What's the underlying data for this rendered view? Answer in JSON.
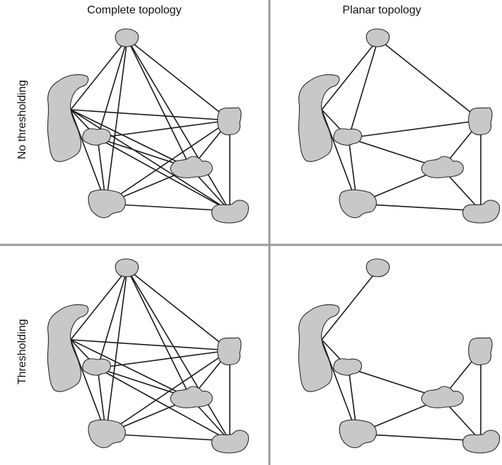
{
  "columns": {
    "left": "Complete topology",
    "right": "Planar topology"
  },
  "rows": {
    "top": "No thresholding",
    "bottom": "Thresholding"
  },
  "colors": {
    "patch_fill": "#c8c8c8",
    "edge": "#1a1a1a",
    "divider": "#9a9a9a"
  },
  "patches": [
    "A",
    "B",
    "C",
    "D",
    "E",
    "F",
    "G"
  ],
  "panels": [
    {
      "id": "complete-no-threshold",
      "edges": [
        [
          "A",
          "B"
        ],
        [
          "A",
          "C"
        ],
        [
          "A",
          "D"
        ],
        [
          "A",
          "E"
        ],
        [
          "A",
          "F"
        ],
        [
          "A",
          "G"
        ],
        [
          "B",
          "C"
        ],
        [
          "B",
          "D"
        ],
        [
          "B",
          "E"
        ],
        [
          "B",
          "F"
        ],
        [
          "B",
          "G"
        ],
        [
          "C",
          "D"
        ],
        [
          "C",
          "E"
        ],
        [
          "C",
          "F"
        ],
        [
          "C",
          "G"
        ],
        [
          "D",
          "E"
        ],
        [
          "D",
          "F"
        ],
        [
          "D",
          "G"
        ],
        [
          "E",
          "F"
        ],
        [
          "E",
          "G"
        ],
        [
          "F",
          "G"
        ]
      ]
    },
    {
      "id": "planar-no-threshold",
      "edges": [
        [
          "A",
          "B"
        ],
        [
          "A",
          "C"
        ],
        [
          "A",
          "D"
        ],
        [
          "B",
          "C"
        ],
        [
          "B",
          "F"
        ],
        [
          "C",
          "D"
        ],
        [
          "C",
          "E"
        ],
        [
          "C",
          "F"
        ],
        [
          "D",
          "E"
        ],
        [
          "D",
          "G"
        ],
        [
          "E",
          "F"
        ],
        [
          "E",
          "G"
        ],
        [
          "F",
          "G"
        ]
      ]
    },
    {
      "id": "complete-threshold",
      "edges": [
        [
          "A",
          "B"
        ],
        [
          "A",
          "C"
        ],
        [
          "A",
          "D"
        ],
        [
          "A",
          "E"
        ],
        [
          "A",
          "F"
        ],
        [
          "A",
          "G"
        ],
        [
          "B",
          "C"
        ],
        [
          "B",
          "D"
        ],
        [
          "B",
          "E"
        ],
        [
          "B",
          "F"
        ],
        [
          "C",
          "D"
        ],
        [
          "C",
          "E"
        ],
        [
          "C",
          "F"
        ],
        [
          "C",
          "G"
        ],
        [
          "D",
          "E"
        ],
        [
          "D",
          "F"
        ],
        [
          "D",
          "G"
        ],
        [
          "E",
          "F"
        ],
        [
          "E",
          "G"
        ],
        [
          "F",
          "G"
        ]
      ]
    },
    {
      "id": "planar-threshold",
      "edges": [
        [
          "A",
          "B"
        ],
        [
          "B",
          "C"
        ],
        [
          "B",
          "F"
        ],
        [
          "C",
          "E"
        ],
        [
          "C",
          "F"
        ],
        [
          "D",
          "E"
        ],
        [
          "D",
          "G"
        ],
        [
          "E",
          "F"
        ],
        [
          "E",
          "G"
        ],
        [
          "F",
          "G"
        ]
      ]
    }
  ]
}
